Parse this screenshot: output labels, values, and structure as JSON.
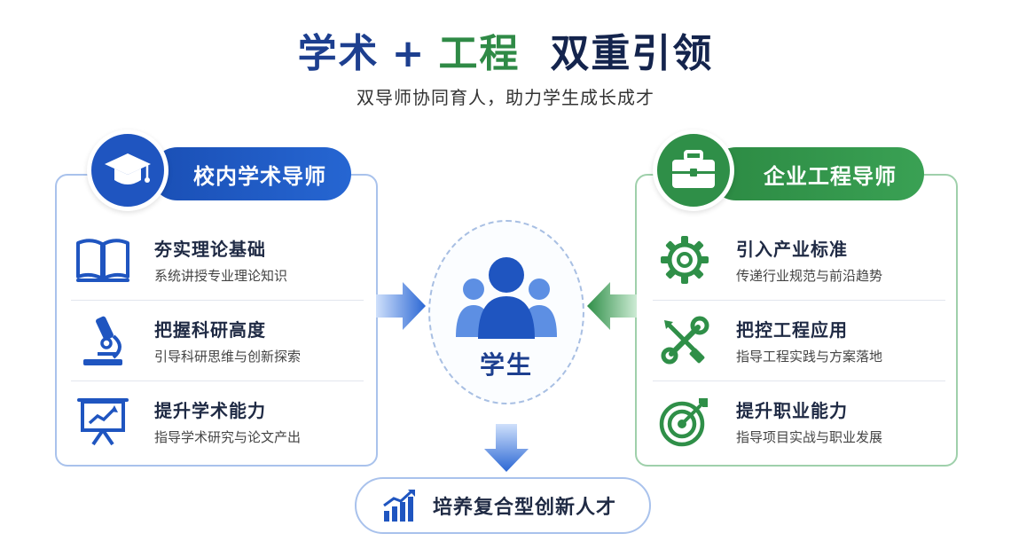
{
  "title": {
    "part1": "学术",
    "plus": "+",
    "part2": "工程",
    "part3": "双重引领"
  },
  "subtitle": "双导师协同育人，助力学生成长成才",
  "colors": {
    "academic_blue": "#1f55c0",
    "engineering_green": "#2f8f48",
    "title_navy": "#14244d"
  },
  "left_panel": {
    "header": "校内学术导师",
    "header_icon": "graduation-cap-icon",
    "items": [
      {
        "title": "夯实理论基础",
        "desc": "系统讲授专业理论知识",
        "icon": "open-book-icon"
      },
      {
        "title": "把握科研高度",
        "desc": "引导科研思维与创新探索",
        "icon": "microscope-icon"
      },
      {
        "title": "提升学术能力",
        "desc": "指导学术研究与论文产出",
        "icon": "presentation-board-icon"
      }
    ]
  },
  "right_panel": {
    "header": "企业工程导师",
    "header_icon": "briefcase-icon",
    "items": [
      {
        "title": "引入产业标准",
        "desc": "传递行业规范与前沿趋势",
        "icon": "gear-icon"
      },
      {
        "title": "把控工程应用",
        "desc": "指导工程实践与方案落地",
        "icon": "wrench-screwdriver-icon"
      },
      {
        "title": "提升职业能力",
        "desc": "指导项目实战与职业发展",
        "icon": "target-icon"
      }
    ]
  },
  "center": {
    "label": "学生",
    "icon": "student-group-icon"
  },
  "result": {
    "label": "培养复合型创新人才",
    "icon": "growth-chart-icon"
  }
}
